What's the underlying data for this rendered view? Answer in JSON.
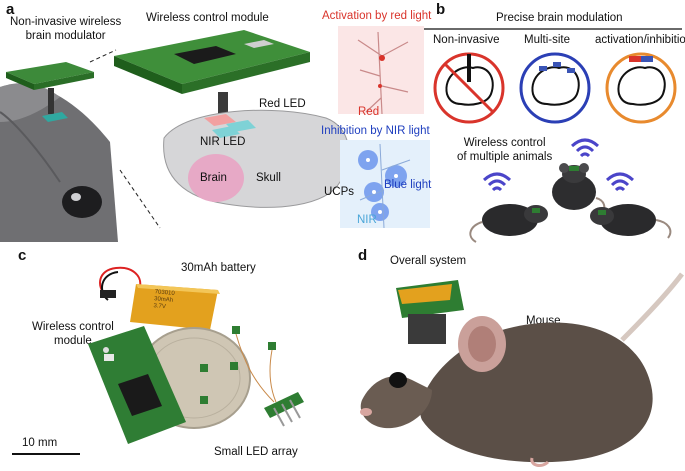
{
  "panels": {
    "a": {
      "letter": "a",
      "modulator_label": "Non-invasive wireless\nbrain modulator",
      "control_module_label": "Wireless control module",
      "red_led_label": "Red LED",
      "nir_led_label": "NIR LED",
      "brain_label": "Brain",
      "skull_label": "Skull",
      "activation_title": "Activation by red light",
      "red_tag": "Red",
      "inhibition_title": "Inhibition by NIR light",
      "ucps_label": "UCPs",
      "blue_light_label": "Blue light",
      "nir_tag": "NIR"
    },
    "b": {
      "letter": "b",
      "title": "Precise brain modulation",
      "modes": [
        "Non-invasive",
        "Multi-site",
        "activation/inhibition"
      ],
      "wireless_label": "Wireless control\nof multiple animals"
    },
    "c": {
      "letter": "c",
      "battery_label": "30mAh battery",
      "control_label": "Wireless control\nmodule",
      "battery_print": "703010\n30mAh\n3.7V",
      "scale_label": "10 mm",
      "led_array_label": "Small LED array"
    },
    "d": {
      "letter": "d",
      "system_label": "Overall system",
      "mouse_label": "Mouse"
    }
  },
  "colors": {
    "activation": "#d9342b",
    "inhibition": "#1f3fbf",
    "nir": "#4aa6d8",
    "pcb": "#2e7d32",
    "ring_red": "#d9342b",
    "ring_blue": "#2b3fb5",
    "ring_orange": "#e88a2e",
    "wifi": "#4b45c9"
  }
}
